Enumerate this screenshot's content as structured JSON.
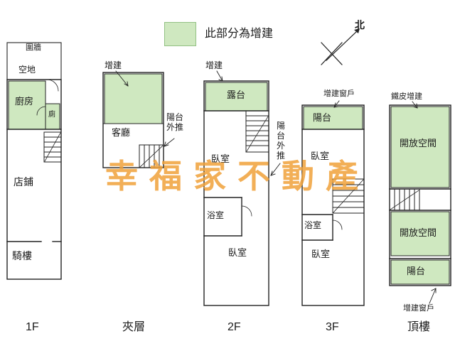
{
  "legend": {
    "swatch_label": "此部分為增建"
  },
  "compass": {
    "north_label": "北"
  },
  "watermark": {
    "text": "幸福家不動產",
    "color": "#f0a23a"
  },
  "colors": {
    "addition_fill": "#cfe8c0",
    "wall": "#222222"
  },
  "floors": {
    "f1": {
      "floor_label": "1F",
      "fence": "圍牆",
      "open_ground": "空地",
      "kitchen": "廚房",
      "toilet": "廁",
      "shop": "店鋪",
      "arcade": "騎樓"
    },
    "mezzanine": {
      "floor_label": "夾層",
      "addition": "增建",
      "living_room": "客廳",
      "balcony_pushed_out": "陽台外推"
    },
    "f2": {
      "floor_label": "2F",
      "addition": "增建",
      "terrace": "露台",
      "bedroom_upper": "臥室",
      "bathroom": "浴室",
      "bedroom_lower": "臥室",
      "balcony_pushed_out": "陽台外推"
    },
    "f3": {
      "floor_label": "3F",
      "added_window": "增建窗戶",
      "balcony": "陽台",
      "bedroom_upper": "臥室",
      "bathroom": "浴室",
      "bedroom_lower": "臥室"
    },
    "roof": {
      "floor_label": "頂樓",
      "metal_addition": "鐵皮增建",
      "open_space_upper": "開放空間",
      "open_space_lower": "開放空間",
      "balcony": "陽台",
      "added_window": "增建窗戶"
    }
  }
}
